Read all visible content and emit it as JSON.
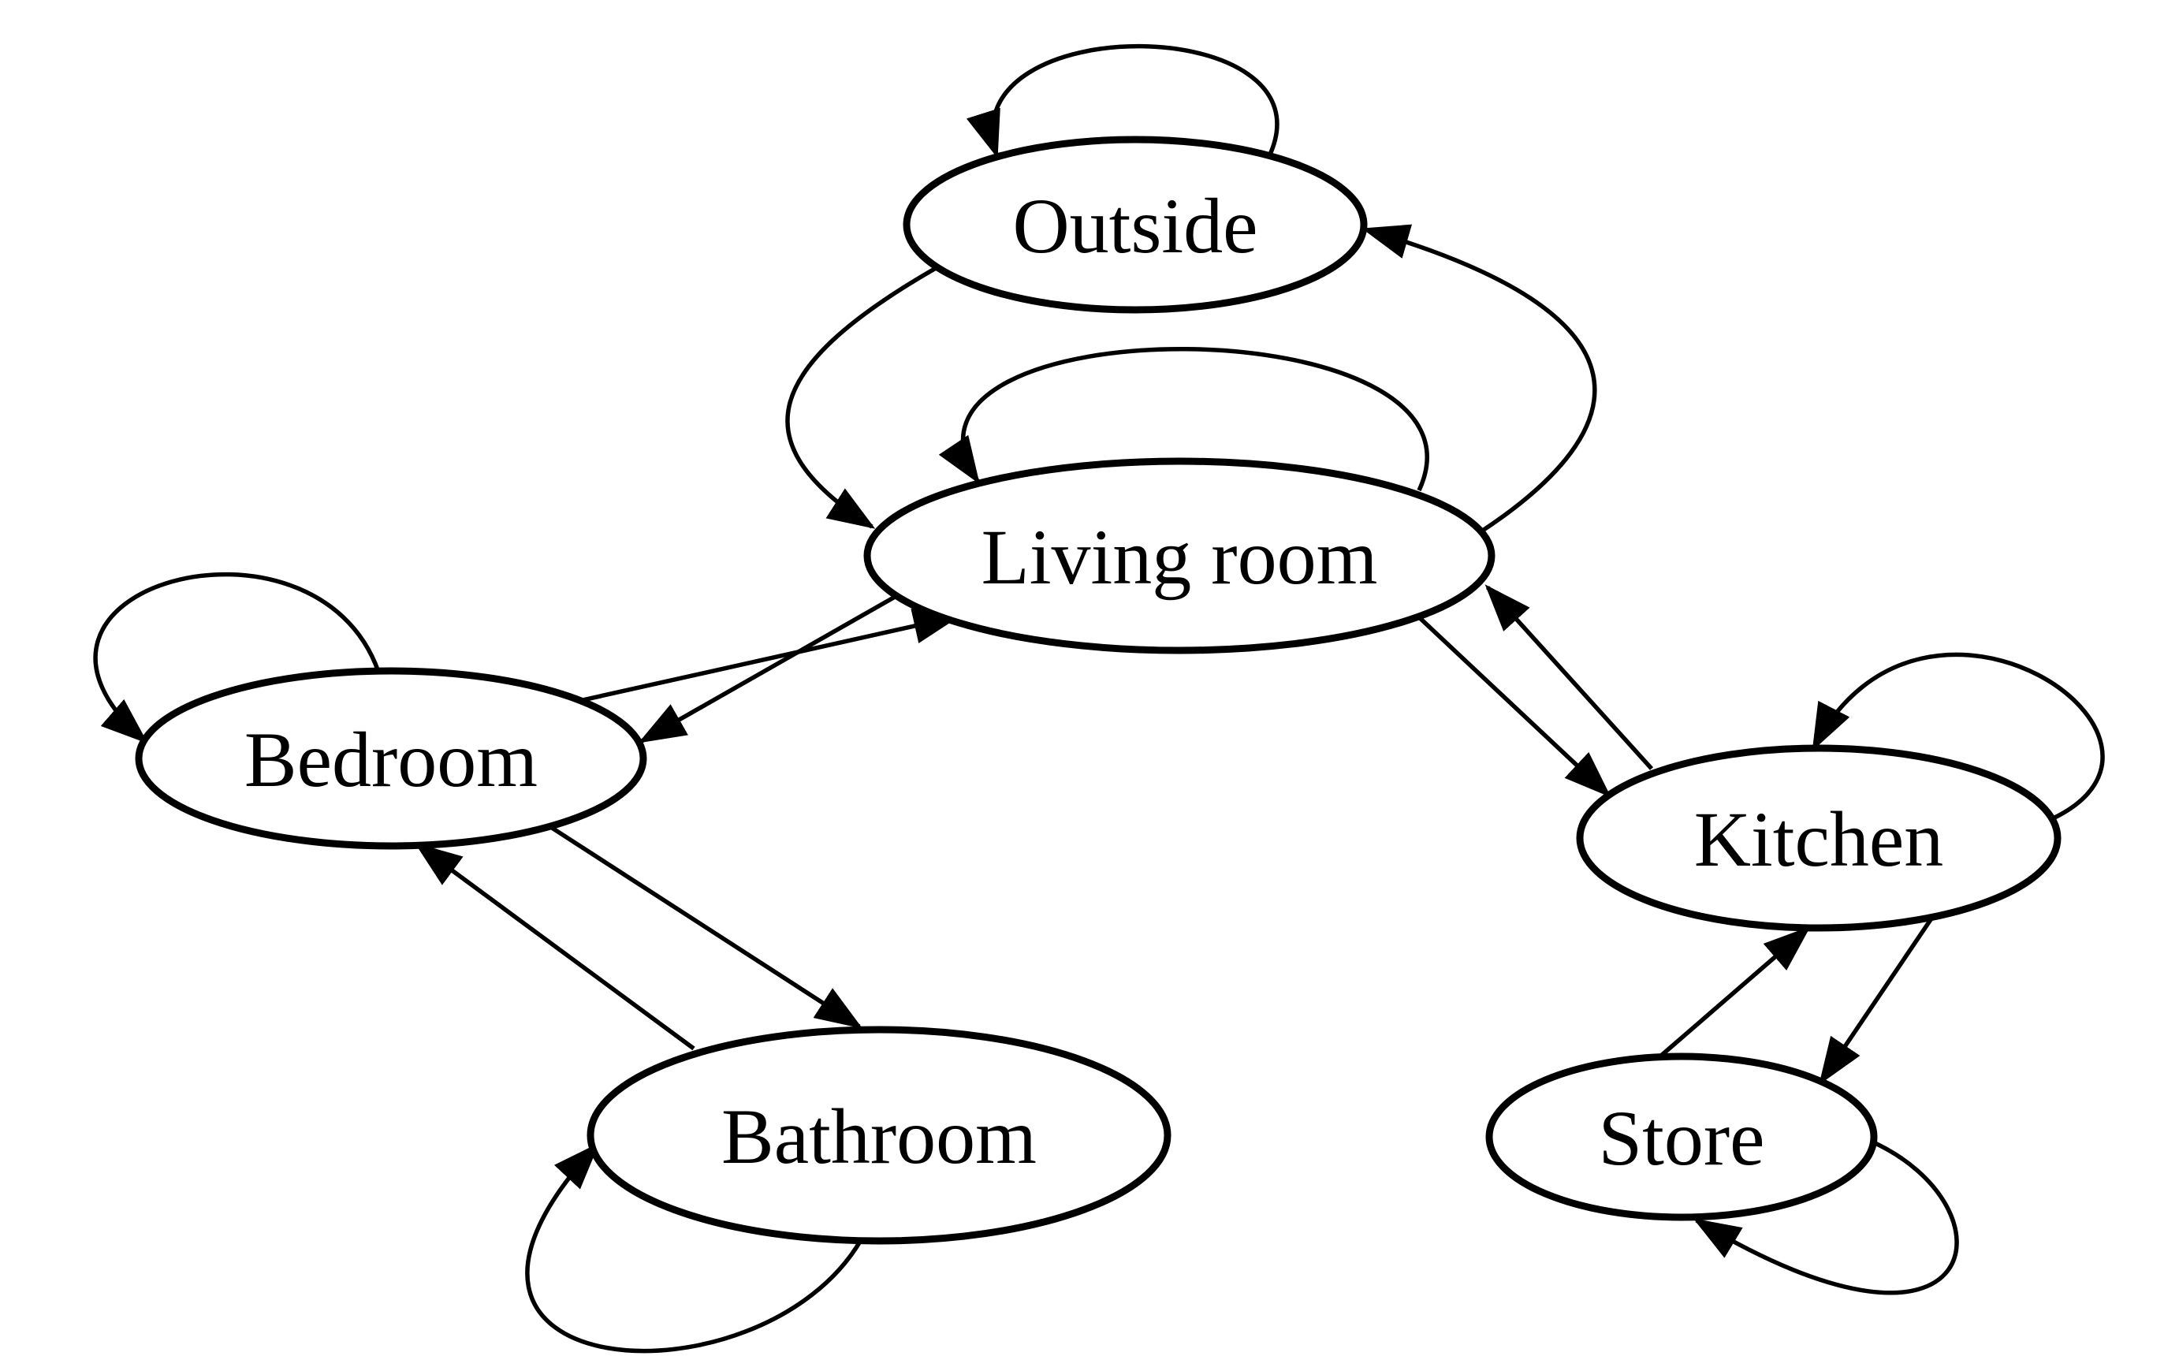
{
  "diagram": {
    "type": "state-transition-diagram",
    "background_color": "#ffffff",
    "stroke_color": "#000000",
    "node_fill_color": "#ffffff",
    "label_color": "#000000",
    "nodes": [
      {
        "id": "outside",
        "label": "Outside"
      },
      {
        "id": "living-room",
        "label": "Living room"
      },
      {
        "id": "bedroom",
        "label": "Bedroom"
      },
      {
        "id": "kitchen",
        "label": "Kitchen"
      },
      {
        "id": "bathroom",
        "label": "Bathroom"
      },
      {
        "id": "store",
        "label": "Store"
      }
    ],
    "edges": [
      {
        "from": "outside",
        "to": "outside",
        "kind": "self-loop"
      },
      {
        "from": "living-room",
        "to": "living-room",
        "kind": "self-loop"
      },
      {
        "from": "outside",
        "to": "living-room",
        "kind": "transition"
      },
      {
        "from": "living-room",
        "to": "outside",
        "kind": "transition"
      },
      {
        "from": "bedroom",
        "to": "bedroom",
        "kind": "self-loop"
      },
      {
        "from": "bedroom",
        "to": "living-room",
        "kind": "transition"
      },
      {
        "from": "living-room",
        "to": "bedroom",
        "kind": "transition"
      },
      {
        "from": "living-room",
        "to": "kitchen",
        "kind": "transition"
      },
      {
        "from": "kitchen",
        "to": "living-room",
        "kind": "transition"
      },
      {
        "from": "bedroom",
        "to": "bathroom",
        "kind": "transition"
      },
      {
        "from": "bathroom",
        "to": "bedroom",
        "kind": "transition"
      },
      {
        "from": "bathroom",
        "to": "bathroom",
        "kind": "self-loop"
      },
      {
        "from": "kitchen",
        "to": "kitchen",
        "kind": "self-loop"
      },
      {
        "from": "kitchen",
        "to": "store",
        "kind": "transition"
      },
      {
        "from": "store",
        "to": "kitchen",
        "kind": "transition"
      },
      {
        "from": "store",
        "to": "store",
        "kind": "self-loop"
      }
    ]
  }
}
